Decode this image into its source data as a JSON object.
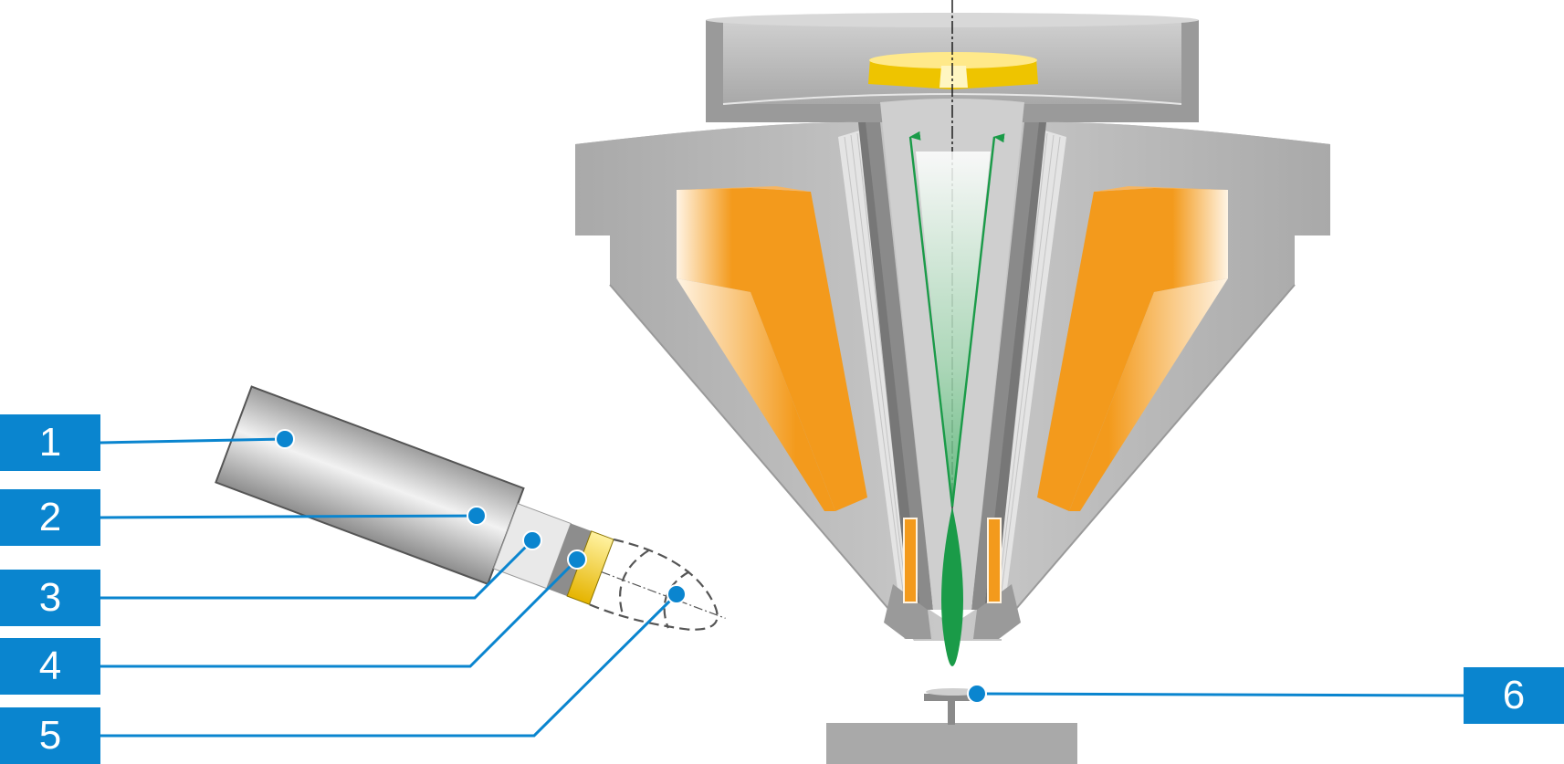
{
  "colors": {
    "callout_blue": "#0a85cf",
    "housing_gray": "#b4b4b4",
    "dark_gray": "#8a8a8a",
    "coil_orange": "#f39a1c",
    "beam_green": "#1a9b48",
    "crystal_yellow": "#f2c200"
  },
  "callouts": [
    {
      "id": "1",
      "label": "1"
    },
    {
      "id": "2",
      "label": "2"
    },
    {
      "id": "3",
      "label": "3"
    },
    {
      "id": "4",
      "label": "4"
    },
    {
      "id": "5",
      "label": "5"
    },
    {
      "id": "6",
      "label": "6"
    }
  ]
}
